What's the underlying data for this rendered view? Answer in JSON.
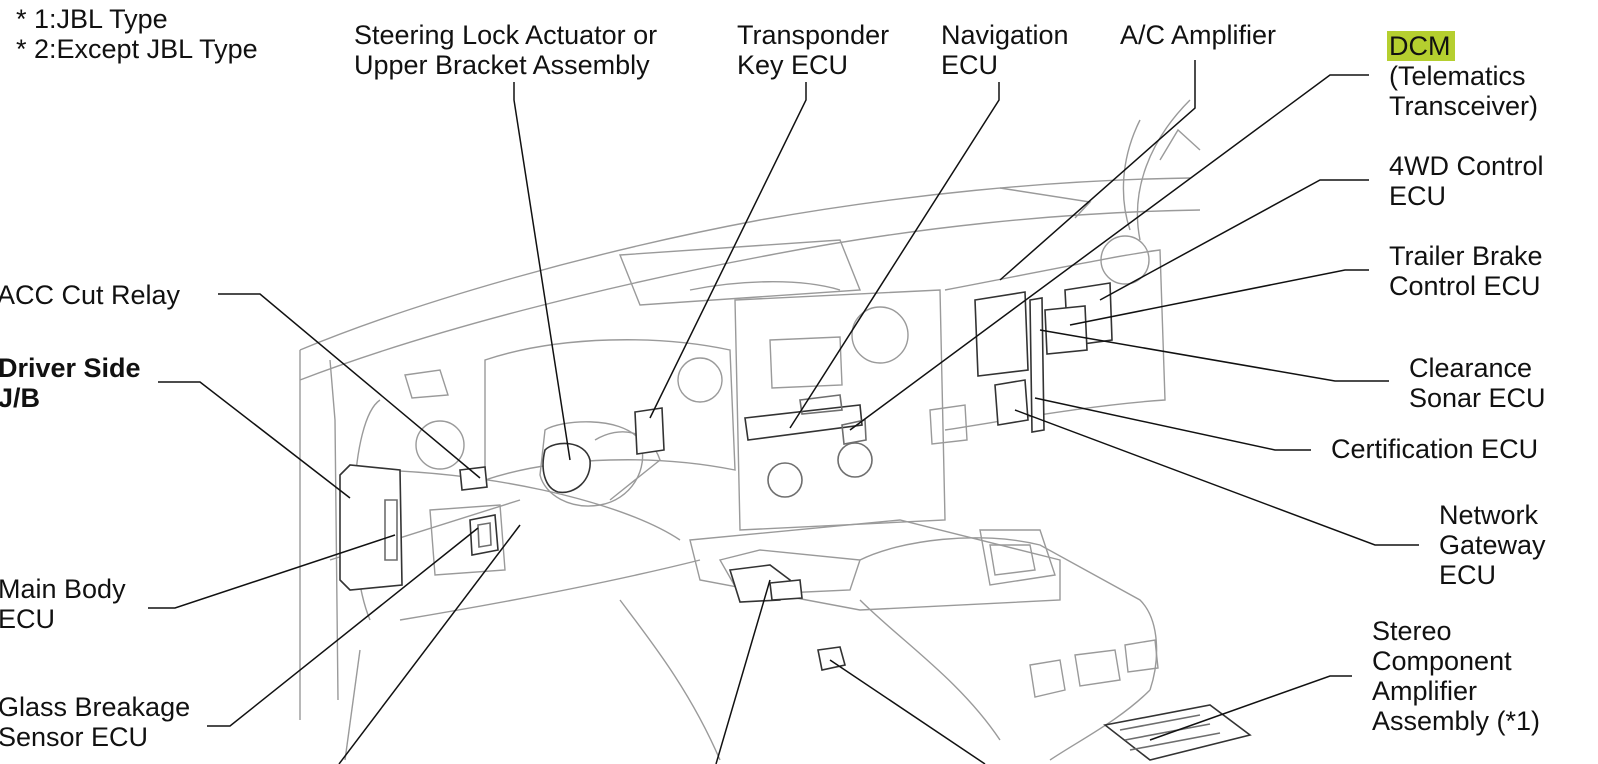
{
  "notes": {
    "n1": "* 1:JBL Type",
    "n2": "* 2:Except JBL Type"
  },
  "labels": {
    "steering_lock": [
      "Steering Lock Actuator or",
      "Upper Bracket Assembly"
    ],
    "transponder": [
      "Transponder",
      "Key ECU"
    ],
    "navigation": [
      "Navigation",
      "ECU"
    ],
    "ac_amplifier": [
      "A/C Amplifier"
    ],
    "dcm": [
      "DCM",
      "(Telematics",
      "Transceiver)"
    ],
    "fourwd": [
      "4WD Control",
      "ECU"
    ],
    "trailer_brake": [
      "Trailer Brake",
      "Control ECU"
    ],
    "acc_cut": [
      "ACC Cut Relay"
    ],
    "driver_jb": [
      "Driver Side",
      "J/B"
    ],
    "clearance": [
      "Clearance",
      "Sonar ECU"
    ],
    "certification": [
      "Certification ECU"
    ],
    "network_gateway": [
      "Network",
      "Gateway",
      "ECU"
    ],
    "main_body": [
      "Main Body",
      "ECU"
    ],
    "glass_breakage": [
      "Glass Breakage",
      "Sensor ECU"
    ],
    "stereo": [
      "Stereo",
      "Component",
      "Amplifier",
      "Assembly (*1)"
    ]
  },
  "colors": {
    "highlight": "#b5cf2f",
    "line": "#111111",
    "drawing": "#9a9a9a"
  }
}
